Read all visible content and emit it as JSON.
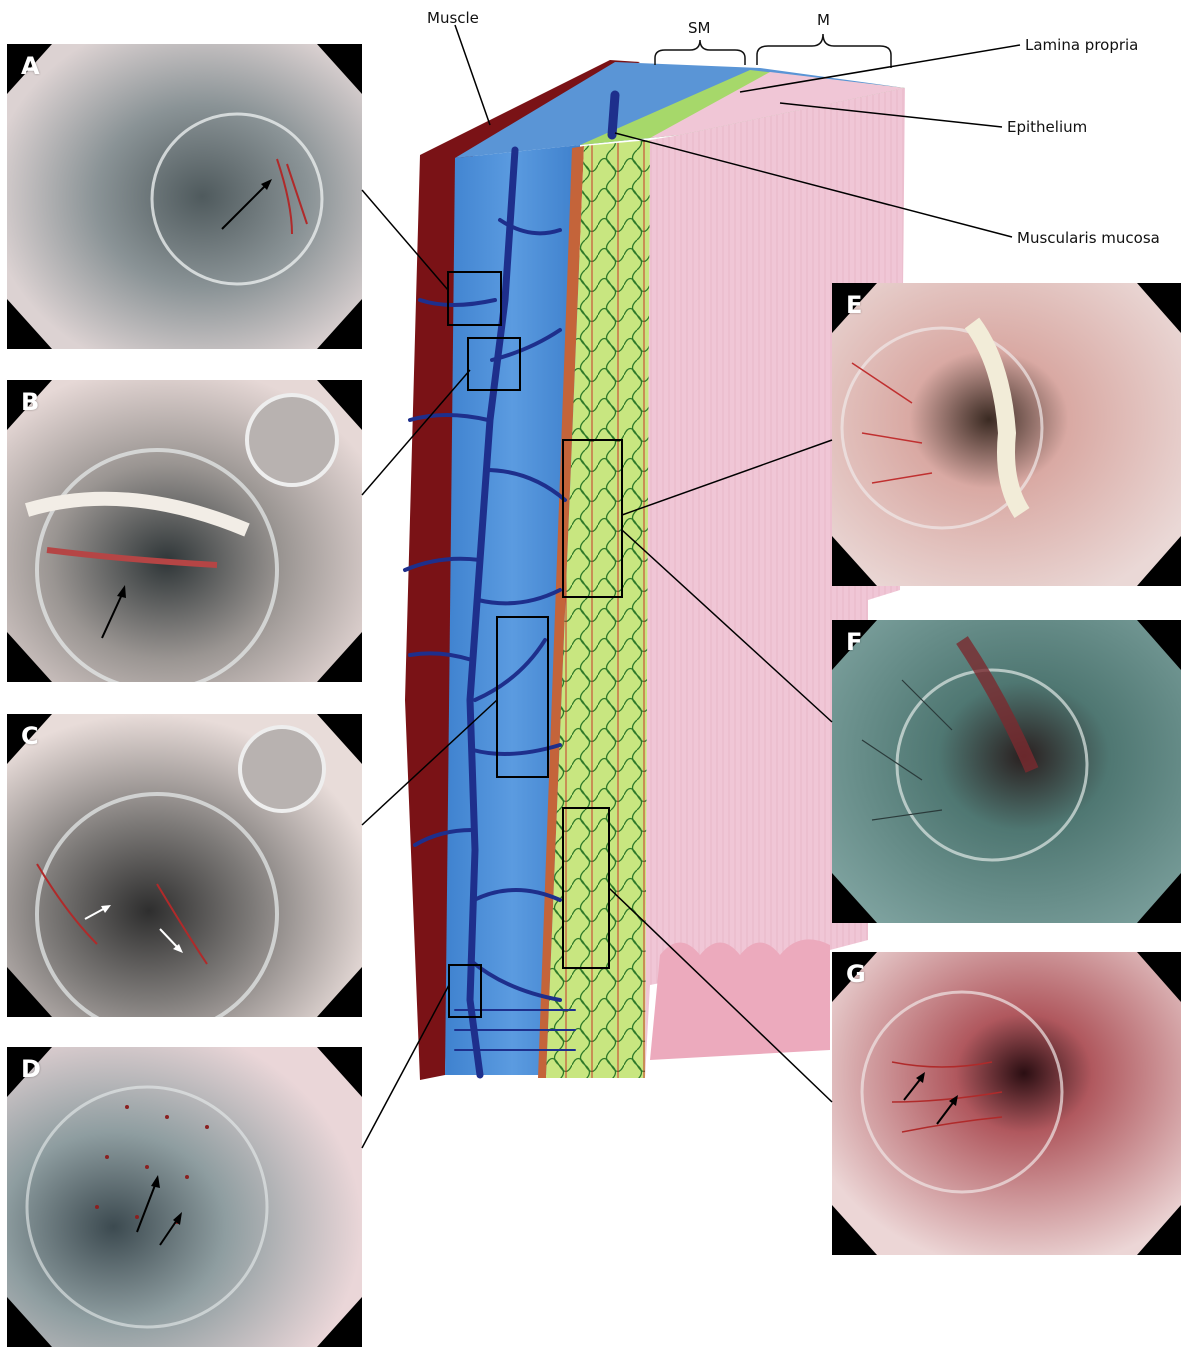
{
  "layer_labels": {
    "muscle": "Muscle",
    "sm": "SM",
    "m": "M",
    "lamina_propria": "Lamina propria",
    "epithelium": "Epithelium",
    "muscularis_mucosa": "Muscularis mucosa"
  },
  "panels": [
    {
      "letter": "A",
      "tone": "grey",
      "arrow_color": "black"
    },
    {
      "letter": "B",
      "tone": "grey",
      "arrow_color": "black"
    },
    {
      "letter": "C",
      "tone": "grey",
      "arrow_color": "white"
    },
    {
      "letter": "D",
      "tone": "blue-grey",
      "arrow_color": "black"
    },
    {
      "letter": "E",
      "tone": "pink",
      "arrow_color": "none"
    },
    {
      "letter": "F",
      "tone": "blue-green",
      "arrow_color": "none"
    },
    {
      "letter": "G",
      "tone": "pink",
      "arrow_color": "black"
    }
  ],
  "colors": {
    "muscle": "#7a1216",
    "submucosa": "#4a8fd6",
    "vessel": "#1e2f8c",
    "lamina_propria": "#bfe27a",
    "epithelium": "#f2c9d8",
    "capillary": "#c9352a"
  }
}
